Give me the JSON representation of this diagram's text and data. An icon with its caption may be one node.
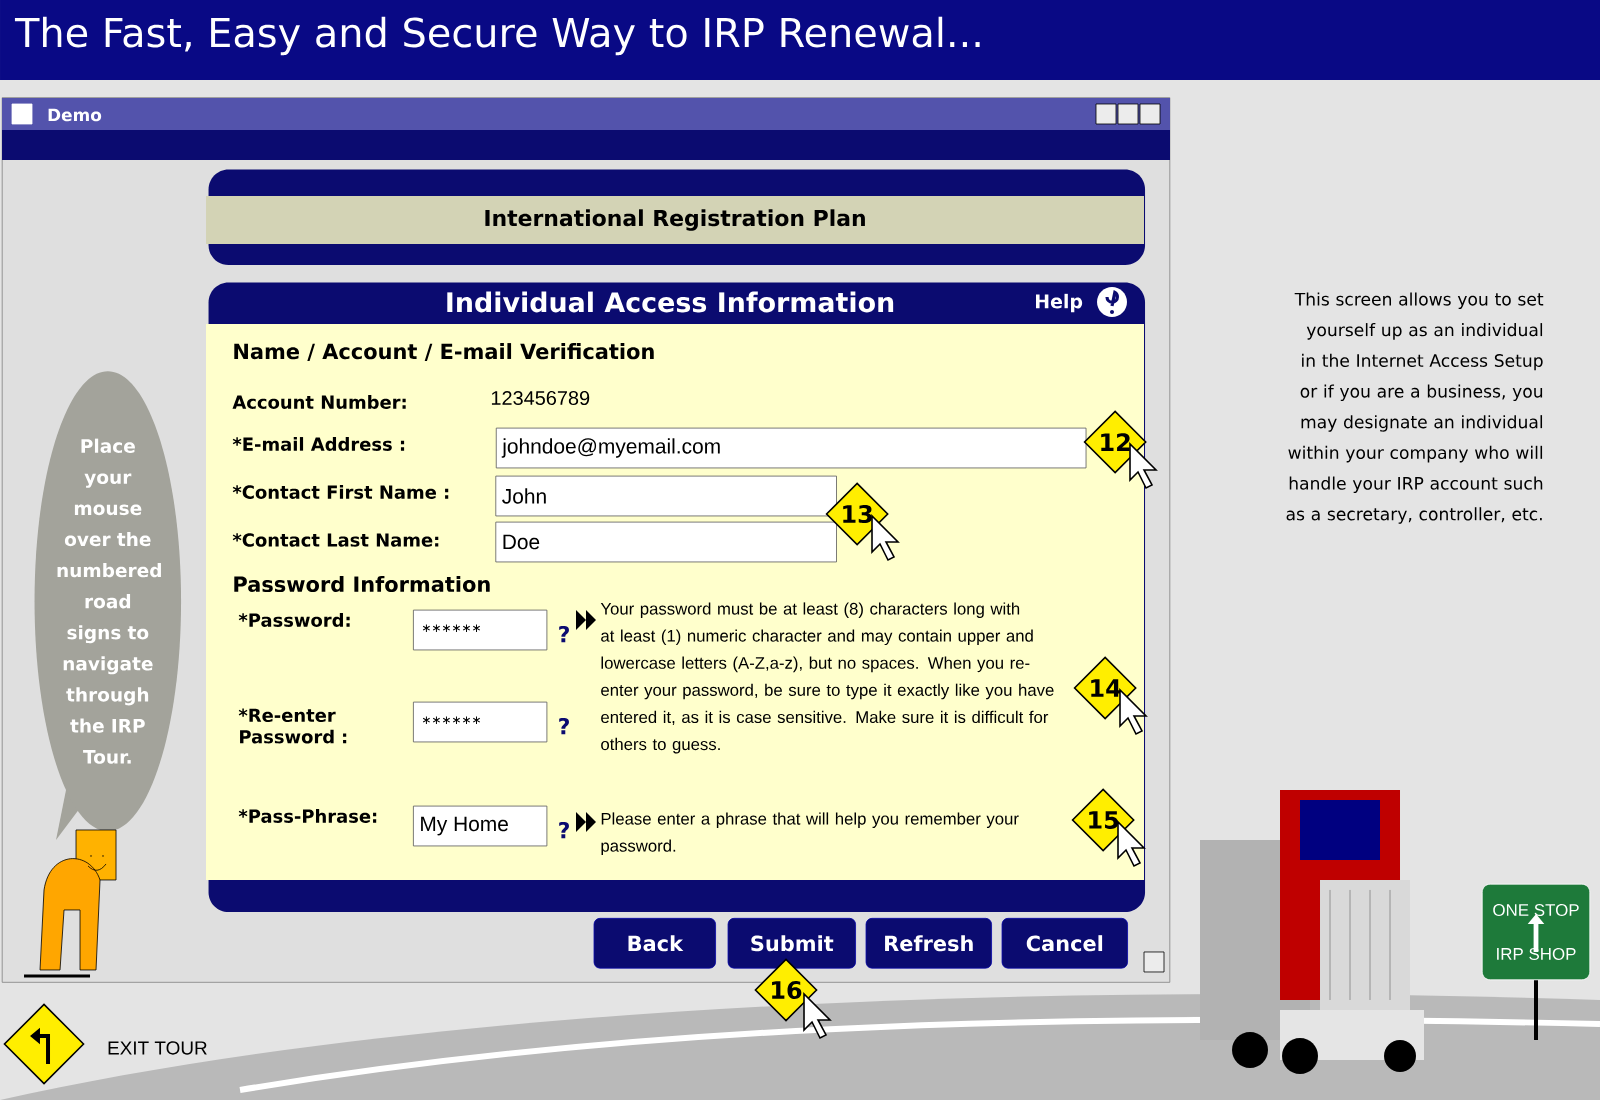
{
  "diagram": {
    "title": "The Fast, Easy and Secure Way to IRP Renewal...",
    "nodes": [
      {
        "text": [
          "Demo"
        ]
      },
      {
        "text": [
          "International Registration Plan"
        ],
        "in": 0
      },
      {
        "text": [
          "Individual Access Information",
          "Help"
        ],
        "in": 0
      },
      {
        "text": [
          "johndoe@myemail.com"
        ],
        "in": 2
      },
      {
        "text": [
          "John"
        ],
        "in": 2
      },
      {
        "text": [
          "Doe"
        ],
        "in": 2
      },
      {
        "text": [
          "∗∗∗∗∗∗"
        ],
        "beside": [
          "?"
        ],
        "in": 2
      },
      {
        "text": [
          "∗∗∗∗∗∗"
        ],
        "beside": [
          "?"
        ],
        "in": 2
      },
      {
        "text": [
          "My Home"
        ],
        "beside": [
          "?"
        ],
        "in": 2
      },
      {
        "text": [
          "Back"
        ],
        "in": 0
      },
      {
        "text": [
          "Submit"
        ],
        "in": 0
      },
      {
        "text": [
          "Refresh"
        ],
        "in": 0
      },
      {
        "text": [
          "Cancel"
        ],
        "in": 0
      },
      {
        "text": [
          "12"
        ],
        "in": 2
      },
      {
        "text": [
          "13"
        ],
        "in": 2
      },
      {
        "text": [
          "14"
        ],
        "in": 2
      },
      {
        "text": [
          "15"
        ],
        "in": 2
      },
      {
        "text": [
          "16"
        ]
      },
      {
        "text": [
          "Place your mouse over the numbered road signs to navigate through the IRP Tour."
        ],
        "in": 0
      },
      {
        "text": [],
        "shape": "diamond",
        "beside": [
          "EXIT TOUR"
        ]
      },
      {
        "text": [
          "ONE STOP",
          "IRP SHOP"
        ]
      }
    ],
    "labels": [
      "Name / Account / E-mail Verification",
      "Account Number:",
      "123456789",
      "*E-mail Address :",
      "*Contact First Name :",
      "*Contact Last Name:",
      "Password Information",
      "*Password:",
      "Your password must be at least (8) characters long with at least (1) numeric character and may contain upper and lowercase letters (A-Z,a-z), but no spaces. When you re-enter your password, be sure to type it exactly like you have entered it, as it is case sensitive. Make sure it is difficult for others to guess.",
      "*Re-enter Password :",
      "*Pass-Phrase:",
      "Please enter a phrase that will help you remember your password.",
      "This screen allows you to set yourself up as an individual in the Internet Access Setup or if you are a business, you may designate an individual within your company who will handle your IRP account such as a secretary, controller, etc."
    ]
  }
}
